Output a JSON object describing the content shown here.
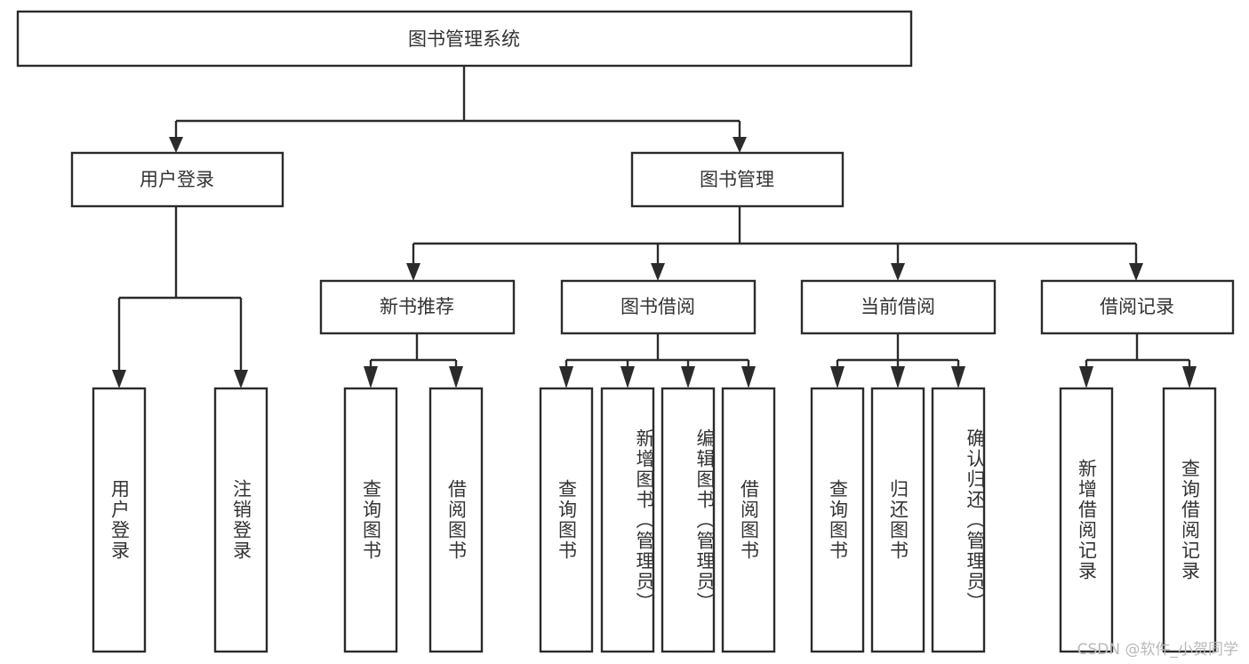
{
  "diagram": {
    "type": "tree-hierarchy",
    "title": "图书管理系统",
    "root": {
      "label": "图书管理系统",
      "orientation": "horizontal"
    },
    "level2": [
      {
        "label": "用户登录",
        "orientation": "horizontal"
      },
      {
        "label": "图书管理",
        "orientation": "horizontal"
      }
    ],
    "level3": [
      {
        "label": "新书推荐",
        "orientation": "horizontal"
      },
      {
        "label": "图书借阅",
        "orientation": "horizontal"
      },
      {
        "label": "当前借阅",
        "orientation": "horizontal"
      },
      {
        "label": "借阅记录",
        "orientation": "horizontal"
      }
    ],
    "leaves": {
      "user_login": [
        {
          "label": "用户登录",
          "orientation": "vertical"
        },
        {
          "label": "注销登录",
          "orientation": "vertical"
        }
      ],
      "new_book_recommend": [
        {
          "label": "查询图书",
          "orientation": "vertical"
        },
        {
          "label": "借阅图书",
          "orientation": "vertical"
        }
      ],
      "book_borrow": [
        {
          "label": "查询图书",
          "orientation": "vertical"
        },
        {
          "label": "新增图书（管理员）",
          "orientation": "vertical"
        },
        {
          "label": "编辑图书（管理员）",
          "orientation": "vertical"
        },
        {
          "label": "借阅图书",
          "orientation": "vertical"
        }
      ],
      "current_borrow": [
        {
          "label": "查询图书",
          "orientation": "vertical"
        },
        {
          "label": "归还图书",
          "orientation": "vertical"
        },
        {
          "label": "确认归还（管理员）",
          "orientation": "vertical"
        }
      ],
      "borrow_record": [
        {
          "label": "新增借阅记录",
          "orientation": "vertical"
        },
        {
          "label": "查询借阅记录",
          "orientation": "vertical"
        }
      ]
    },
    "colors": {
      "stroke": "#2b2b2b",
      "fill": "#ffffff",
      "text": "#333333",
      "watermark": "#b9b9b9",
      "background": "#ffffff"
    }
  },
  "watermark": {
    "text": "CSDN @软件_小贺同学"
  }
}
